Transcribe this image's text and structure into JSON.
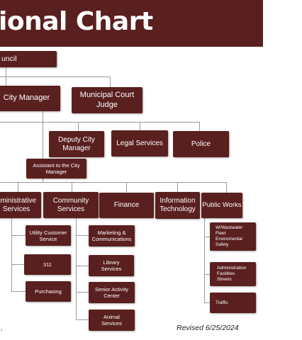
{
  "header": {
    "title": "ional Chart"
  },
  "nodes": {
    "council": "uncil",
    "city_manager": "City Manager",
    "municipal_court_judge": "Municipal Court Judge",
    "deputy_city_manager": "Deputy City Manager",
    "legal_services": "Legal Services",
    "police": "Police",
    "assistant_to_city_manager": "Assistant to the City Manager",
    "administrative_services": "dministrative Services",
    "community_services": "Community Services",
    "finance": "Finance",
    "information_technology": "Information Technology",
    "public_works": "Public Works"
  },
  "admin_children": [
    "Utility Customer Service",
    "311",
    "Purchasing"
  ],
  "community_children": [
    "Marketing & Communications",
    "Library Services",
    "Senior Activity Center",
    "Animal Services"
  ],
  "public_works_children": [
    "W/Wastwater Fleet Enviromental Safety",
    "Administration Facilities Streets",
    "Traffic"
  ],
  "footer": {
    "revised": "Revised 6/25/2024",
    "tiny": "0"
  },
  "colors": {
    "box": "#5a1f1f",
    "line": "#9a9a9a",
    "text": "#ffffff"
  }
}
